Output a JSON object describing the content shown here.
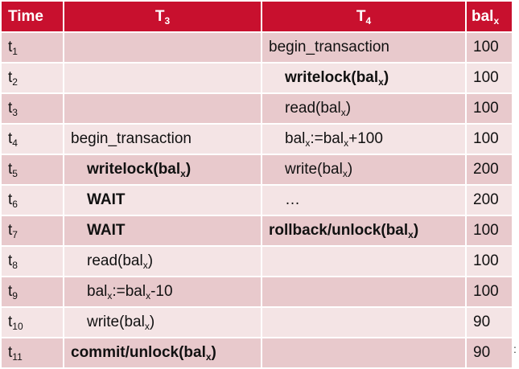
{
  "header": {
    "time": "Time",
    "t3": {
      "main": "T",
      "sub": "3"
    },
    "t4": {
      "main": "T",
      "sub": "4"
    },
    "bal": {
      "main": "bal",
      "sub": "x"
    }
  },
  "rows": [
    {
      "time": {
        "main": "t",
        "sub": "1"
      },
      "t3": {
        "bold": false,
        "indent": false,
        "parts": []
      },
      "t4": {
        "bold": false,
        "indent": false,
        "parts": [
          {
            "t": "begin_transaction",
            "s": ""
          }
        ]
      },
      "bal": "100"
    },
    {
      "time": {
        "main": "t",
        "sub": "2"
      },
      "t3": {
        "bold": false,
        "indent": false,
        "parts": []
      },
      "t4": {
        "bold": true,
        "indent": true,
        "parts": [
          {
            "t": "writelock(bal",
            "s": "x"
          },
          {
            "t": ")",
            "s": ""
          }
        ]
      },
      "bal": "100"
    },
    {
      "time": {
        "main": "t",
        "sub": "3"
      },
      "t3": {
        "bold": false,
        "indent": false,
        "parts": []
      },
      "t4": {
        "bold": false,
        "indent": true,
        "parts": [
          {
            "t": "read(bal",
            "s": "x"
          },
          {
            "t": ")",
            "s": ""
          }
        ]
      },
      "bal": "100"
    },
    {
      "time": {
        "main": "t",
        "sub": "4"
      },
      "t3": {
        "bold": false,
        "indent": false,
        "parts": [
          {
            "t": "begin_transaction",
            "s": ""
          }
        ]
      },
      "t4": {
        "bold": false,
        "indent": true,
        "parts": [
          {
            "t": "bal",
            "s": "x"
          },
          {
            "t": ":=bal",
            "s": "x"
          },
          {
            "t": "+100",
            "s": ""
          }
        ]
      },
      "bal": "100"
    },
    {
      "time": {
        "main": "t",
        "sub": "5"
      },
      "t3": {
        "bold": true,
        "indent": true,
        "parts": [
          {
            "t": "writelock(bal",
            "s": "x"
          },
          {
            "t": ")",
            "s": ""
          }
        ]
      },
      "t4": {
        "bold": false,
        "indent": true,
        "parts": [
          {
            "t": "write(bal",
            "s": "x"
          },
          {
            "t": ")",
            "s": ""
          }
        ]
      },
      "bal": "200"
    },
    {
      "time": {
        "main": "t",
        "sub": "6"
      },
      "t3": {
        "bold": true,
        "indent": true,
        "parts": [
          {
            "t": "WAIT",
            "s": ""
          }
        ]
      },
      "t4": {
        "bold": false,
        "indent": true,
        "parts": [
          {
            "t": "…",
            "s": ""
          }
        ]
      },
      "bal": "200"
    },
    {
      "time": {
        "main": "t",
        "sub": "7"
      },
      "t3": {
        "bold": true,
        "indent": true,
        "parts": [
          {
            "t": "WAIT",
            "s": ""
          }
        ]
      },
      "t4": {
        "bold": true,
        "indent": false,
        "parts": [
          {
            "t": "rollback/unlock(bal",
            "s": "x"
          },
          {
            "t": ")",
            "s": ""
          }
        ]
      },
      "bal": "100"
    },
    {
      "time": {
        "main": "t",
        "sub": "8"
      },
      "t3": {
        "bold": false,
        "indent": true,
        "parts": [
          {
            "t": "read(bal",
            "s": "x"
          },
          {
            "t": ")",
            "s": ""
          }
        ]
      },
      "t4": {
        "bold": false,
        "indent": false,
        "parts": []
      },
      "bal": "100"
    },
    {
      "time": {
        "main": "t",
        "sub": "9"
      },
      "t3": {
        "bold": false,
        "indent": true,
        "parts": [
          {
            "t": "bal",
            "s": "x"
          },
          {
            "t": ":=bal",
            "s": "x"
          },
          {
            "t": "-10",
            "s": ""
          }
        ]
      },
      "t4": {
        "bold": false,
        "indent": false,
        "parts": []
      },
      "bal": "100"
    },
    {
      "time": {
        "main": "t",
        "sub": "10"
      },
      "t3": {
        "bold": false,
        "indent": true,
        "parts": [
          {
            "t": "write(bal",
            "s": "x"
          },
          {
            "t": ")",
            "s": ""
          }
        ]
      },
      "t4": {
        "bold": false,
        "indent": false,
        "parts": []
      },
      "bal": "90"
    },
    {
      "time": {
        "main": "t",
        "sub": "11"
      },
      "t3": {
        "bold": true,
        "indent": false,
        "parts": [
          {
            "t": "commit/unlock(bal",
            "s": "x"
          },
          {
            "t": ")",
            "s": ""
          }
        ]
      },
      "t4": {
        "bold": false,
        "indent": false,
        "parts": []
      },
      "bal": "90"
    }
  ],
  "side_mark": ":",
  "colors": {
    "header_bg": "#c8102e",
    "row_dark": "#e8c9cc",
    "row_light": "#f4e4e5"
  }
}
